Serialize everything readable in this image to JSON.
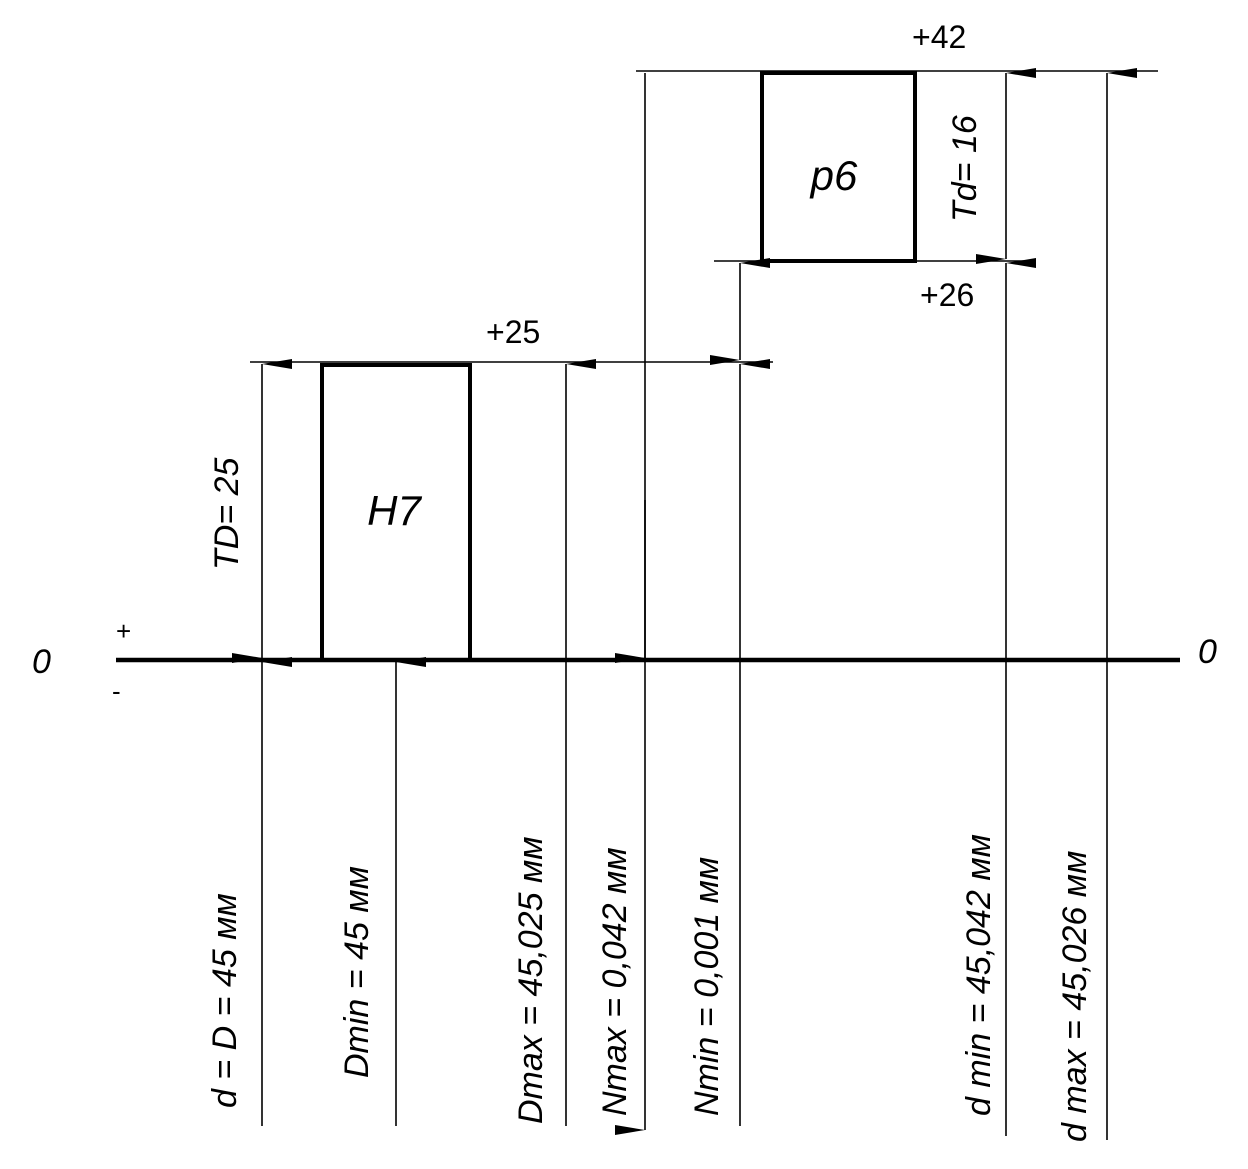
{
  "diagram": {
    "zero_left": "0",
    "zero_right": "0",
    "plus_sign": "+",
    "minus_sign": "-",
    "hole": {
      "zone": "H7",
      "tolerance": "TD= 25",
      "upper_deviation": "+25"
    },
    "shaft": {
      "zone": "p6",
      "tolerance": "Td= 16",
      "upper_deviation": "+42",
      "lower_deviation": "+26"
    },
    "dimensions": {
      "nominal": "d = D = 45 мм",
      "dmin_hole": "Dmin = 45 мм",
      "dmax_hole": "Dmax = 45,025 мм",
      "nmax": "Nmax = 0,042 мм",
      "nmin": "Nmin = 0,001 мм",
      "dmin_shaft": "d min = 45,042 мм",
      "dmax_shaft": "d max = 45,026 мм"
    }
  }
}
